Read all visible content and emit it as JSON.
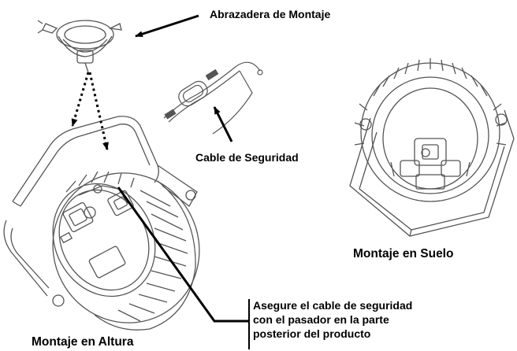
{
  "labels": {
    "clamp": "Abrazadera de Montaje",
    "safety_cable": "Cable de Seguridad",
    "floor_mount": "Montaje en Suelo",
    "hanging_mount": "Montaje en Altura",
    "note_lines": [
      "Asegure el cable de seguridad",
      "con el pasador en la parte",
      "posterior del producto"
    ]
  },
  "colors": {
    "line": "#000000",
    "drawing": "#555555",
    "background": "#ffffff"
  }
}
